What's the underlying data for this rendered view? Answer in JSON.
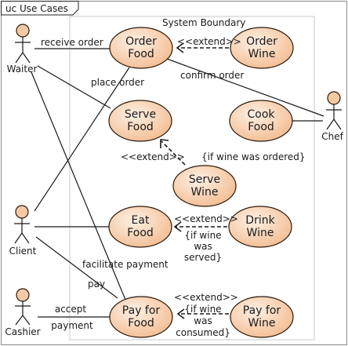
{
  "frame": {
    "title": "uc Use Cases"
  },
  "boundary": {
    "label": "System Boundary"
  },
  "actors": [
    {
      "id": "waiter",
      "name": "Waiter"
    },
    {
      "id": "client",
      "name": "Client"
    },
    {
      "id": "cashier",
      "name": "Cashier"
    },
    {
      "id": "chef",
      "name": "Chef"
    }
  ],
  "use_cases": [
    {
      "id": "order_food",
      "lines": [
        "Order",
        "Food"
      ]
    },
    {
      "id": "order_wine",
      "lines": [
        "Order",
        "Wine"
      ]
    },
    {
      "id": "serve_food",
      "lines": [
        "Serve",
        "Food"
      ]
    },
    {
      "id": "cook_food",
      "lines": [
        "Cook",
        "Food"
      ]
    },
    {
      "id": "serve_wine",
      "lines": [
        "Serve",
        "Wine"
      ]
    },
    {
      "id": "eat_food",
      "lines": [
        "Eat",
        "Food"
      ]
    },
    {
      "id": "drink_wine",
      "lines": [
        "Drink",
        "Wine"
      ]
    },
    {
      "id": "pay_food",
      "lines": [
        "Pay for",
        "Food"
      ]
    },
    {
      "id": "pay_wine",
      "lines": [
        "Pay for",
        "Wine"
      ]
    }
  ],
  "labels": {
    "receive_order": "receive order",
    "extend_order_wine": "<<extend>>",
    "place_order": "place order",
    "confirm_order": "confirm order",
    "extend_serve_wine": "<<extend>>",
    "if_wine_ordered": "{if wine was ordered}",
    "extend_drink_wine": "<<extend>>",
    "if_wine_served": [
      "{if wine",
      "was",
      "served}"
    ],
    "facilitate_payment": "facilitate payment",
    "pay": "pay",
    "accept_payment": [
      "accept",
      "payment"
    ],
    "extend_pay_wine": "<<extend>>",
    "if_wine_consumed": [
      "{if wine",
      "was",
      "consumed}"
    ]
  },
  "colors": {
    "use_case_fill_light": "#fdf0e4",
    "use_case_fill_dark": "#f3b98c",
    "actor_head": "#f6c9a5"
  }
}
